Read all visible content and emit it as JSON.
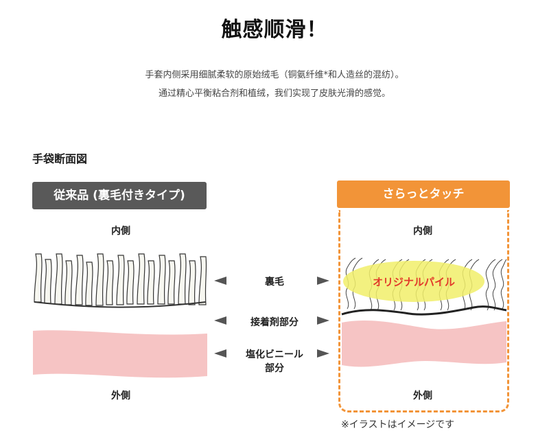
{
  "title": "触感顺滑！",
  "description": {
    "line1": "手套内侧采用细腻柔软的原始绒毛（铜氨纤维*和人造丝的混纺）。",
    "line2": "通过精心平衡粘合剂和植绒，我们实现了皮肤光滑的感觉。"
  },
  "diagram": {
    "heading": "手袋断面図",
    "left_title": "従来品 (裏毛付きタイプ)",
    "right_title": "さらっとタッチ",
    "inner_label": "内側",
    "outer_label": "外側",
    "middle_labels": {
      "pile": "裏毛",
      "adhesive": "接着剤部分",
      "vinyl_line1": "塩化ビニール",
      "vinyl_line2": "部分"
    },
    "original_pile_label": "オリジナルパイル",
    "footnote": "※イラストはイメージです"
  },
  "colors": {
    "left_title_bg": "#595959",
    "right_title_bg": "#f29438",
    "vinyl": "#f6c4c4",
    "highlight": "#f1ef6a",
    "pile_label": "#e23a2a"
  }
}
